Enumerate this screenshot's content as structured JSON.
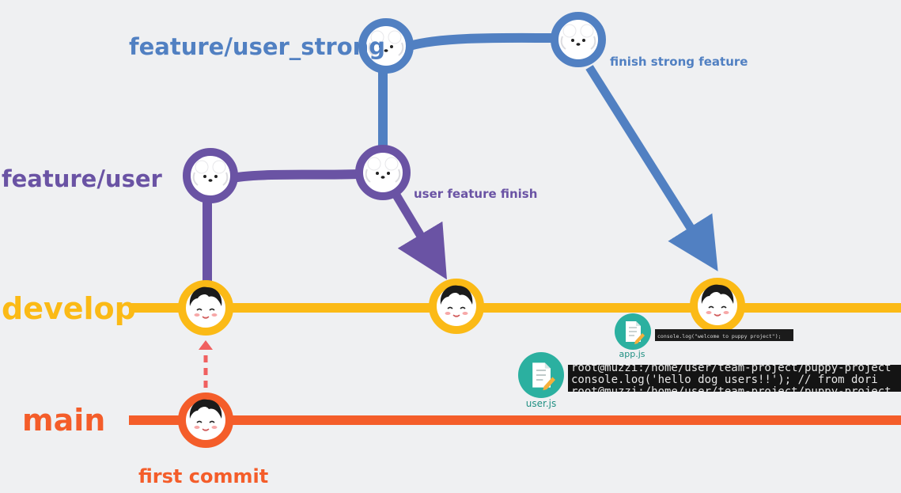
{
  "colors": {
    "background": "#eff0f2",
    "main": "#f45d2a",
    "develop": "#fbba16",
    "feature_user": "#6a53a4",
    "feature_user_strong": "#5180c2",
    "merge_arrow": "#f06060",
    "file_icon": "#2bb0a0"
  },
  "branches": {
    "feature_user_strong": "feature/user_strong",
    "feature_user": "feature/user",
    "develop": "develop",
    "main": "main"
  },
  "commit_labels": {
    "finish_strong": "finish strong feature",
    "user_feature_finish": "user feature finish",
    "first_commit": "first commit"
  },
  "files": {
    "app": {
      "name": "app.js",
      "code": "console.log(\"welcome to puppy project\");"
    },
    "user": {
      "name": "user.js",
      "lines": [
        "root@muzzi:/home/user/team-project/puppy-project",
        "console.log('hello dog users!!'); // from dori",
        "root@muzzi:/home/user/team-project/puppy-project"
      ]
    }
  },
  "icons": {
    "person_avatar": "person-face-icon",
    "dog_avatar": "puppy-face-icon",
    "file": "document-icon"
  }
}
